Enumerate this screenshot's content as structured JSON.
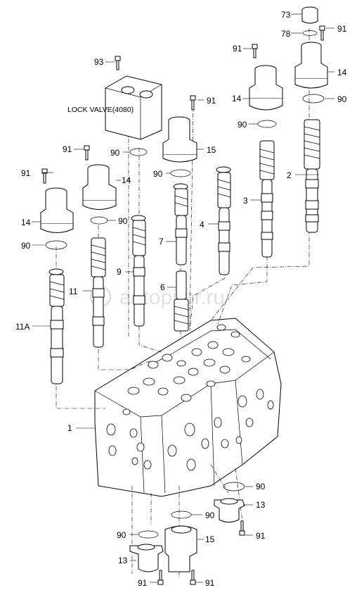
{
  "labels": {
    "p73": "73",
    "p78": "78",
    "p91_top": "91",
    "p14_topright": "14",
    "p90_topright": "90",
    "p2": "2",
    "p91_a": "91",
    "p14_b": "14",
    "p90_b": "90",
    "p3": "3",
    "p93": "93",
    "lock_valve": "LOCK VALVE(4080)",
    "p91_c": "91",
    "p15_top": "15",
    "p4": "4",
    "p91_d": "91",
    "p90_c": "90",
    "p14_c": "14",
    "p90_d": "90",
    "p7": "7",
    "p6": "6",
    "p91_e": "91",
    "p14_d": "14",
    "p90_e": "90",
    "p9": "9",
    "p11": "11",
    "p90_f": "90",
    "p11A": "11A",
    "p1": "1",
    "p90_g": "90",
    "p13_r": "13",
    "p90_h": "90",
    "p91_r": "91",
    "p90_i": "90",
    "p15_b": "15",
    "p13_b": "13",
    "p91_bl": "91",
    "p91_bc": "91"
  },
  "watermark": "autopiter.ru"
}
